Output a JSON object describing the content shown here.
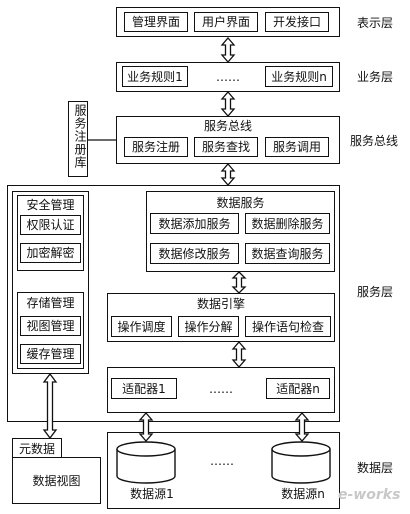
{
  "layers": {
    "presentation": "表示层",
    "business": "业务层",
    "service_bus": "服务总线",
    "service": "服务层",
    "data": "数据层"
  },
  "presentation": {
    "items": [
      "管理界面",
      "用户界面",
      "开发接口"
    ]
  },
  "business": {
    "rule_1": "业务规则1",
    "ellipsis": "……",
    "rule_n": "业务规则n"
  },
  "registry": {
    "label": "服务注册库"
  },
  "service_bus": {
    "title": "服务总线",
    "items": [
      "服务注册",
      "服务查找",
      "服务调用"
    ]
  },
  "security": {
    "title": "安全管理",
    "items": [
      "权限认证",
      "加密解密"
    ]
  },
  "storage": {
    "title": "存储管理",
    "items": [
      "视图管理",
      "缓存管理"
    ]
  },
  "data_service": {
    "title": "数据服务",
    "items": [
      "数据添加服务",
      "数据删除服务",
      "数据修改服务",
      "数据查询服务"
    ]
  },
  "data_engine": {
    "title": "数据引擎",
    "items": [
      "操作调度",
      "操作分解",
      "操作语句检查"
    ]
  },
  "adapters": {
    "adapter_1": "适配器1",
    "ellipsis": "……",
    "adapter_n": "适配器n"
  },
  "metadata": {
    "title": "元数据",
    "view": "数据视图"
  },
  "data_sources": {
    "source_1": "数据源1",
    "ellipsis": "……",
    "source_n": "数据源n"
  },
  "watermark": "e-works"
}
